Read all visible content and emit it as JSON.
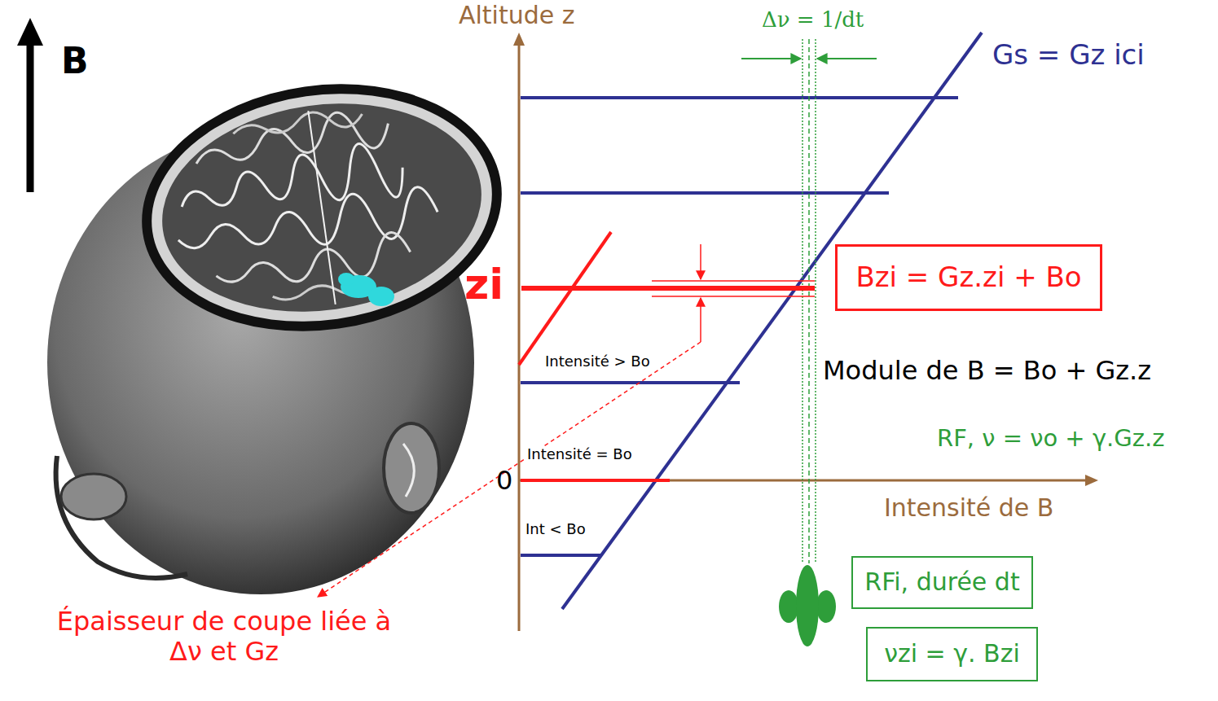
{
  "diagram": {
    "nodes": [
      {
        "text": [
          "Bzi = Gz.zi + Bo"
        ]
      },
      {
        "text": [
          "RFi, durée dt"
        ]
      },
      {
        "text": [
          "νzi = γ. Bzi"
        ]
      }
    ],
    "labels": [
      "B",
      "Altitude z",
      "Δν = 1/dt",
      "Gs = Gz ici",
      "zi",
      "Intensité > Bo",
      "Module de B = Bo + Gz.z",
      "RF, ν = νo + γ.Gz.z",
      "Intensité = Bo",
      "0",
      "Intensité de B",
      "Int < Bo",
      "Épaisseur de coupe liée à Δν et Gz"
    ]
  }
}
